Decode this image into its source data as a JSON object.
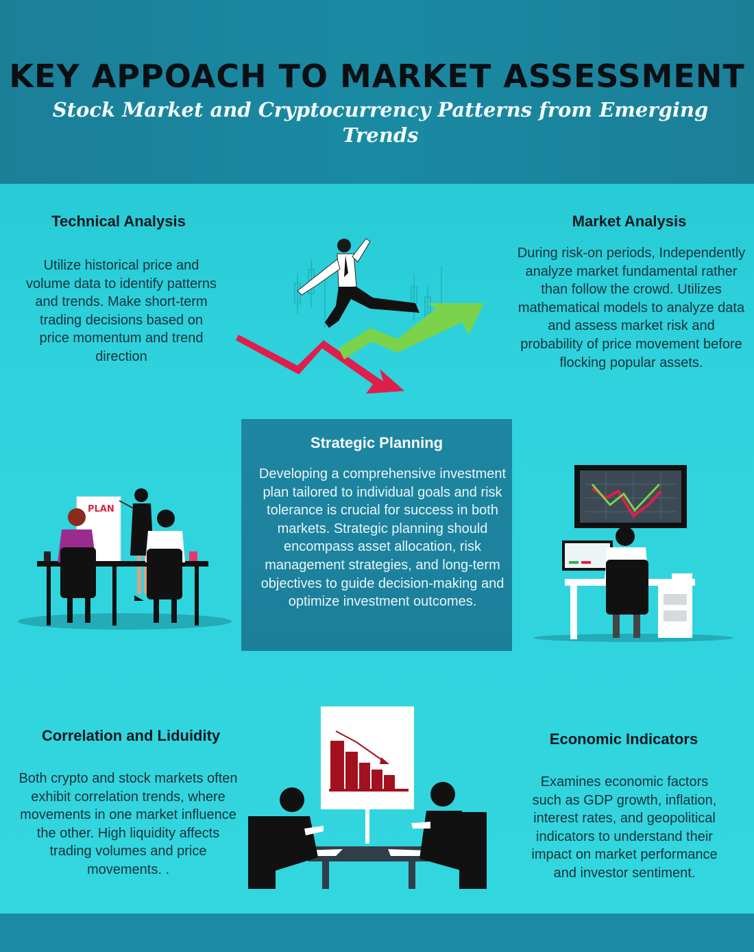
{
  "header": {
    "title": "KEY APPOACH TO MARKET ASSESSMENT",
    "subtitle": "Stock Market and Cryptocurrency Patterns  from Emerging Trends"
  },
  "sections": {
    "technical": {
      "title": "Technical Analysis",
      "body": "Utilize historical price and volume data to identify patterns and trends. Make short-term trading decisions based on price momentum and trend direction"
    },
    "market": {
      "title": "Market Analysis",
      "body": "During risk-on periods, Independently analyze market fundamental rather than follow the crowd. Utilizes mathematical models to analyze data and assess market risk and probability of price movement before flocking popular assets."
    },
    "strategic": {
      "title": "Strategic Planning",
      "body": "Developing a comprehensive investment plan tailored to individual goals and risk tolerance is crucial for success in both  markets. Strategic planning should encompass asset allocation, risk management strategies, and long-term objectives to guide decision-making and optimize investment outcomes."
    },
    "correlation": {
      "title": "Correlation and Liduidity",
      "body": "Both crypto and stock markets often exhibit correlation trends, where movements in one market influence the other. High liquidity affects trading volumes and price movements. ."
    },
    "economic": {
      "title": "Economic Indicators",
      "body": "Examines economic factors such as GDP growth, inflation, interest rates, and geopolitical  indicators to understand their impact on market performance and investor sentiment."
    }
  },
  "illustrations": {
    "plan_board_text": "PLAN"
  },
  "colors": {
    "header_bg": "#1b7f98",
    "page_bg": "#2ed3dd",
    "panel_bg": "#1e86a2",
    "arrow_down": "#e01e4b",
    "arrow_up": "#7bd34b",
    "chart_bars": "#a3101e"
  }
}
